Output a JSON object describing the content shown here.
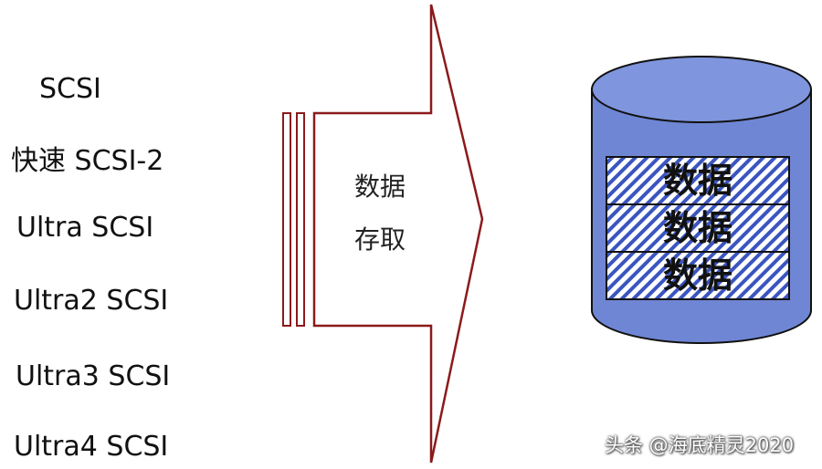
{
  "standards": [
    "SCSI",
    "快速 SCSI-2",
    "Ultra SCSI",
    "Ultra2 SCSI",
    "Ultra3 SCSI",
    "Ultra4 SCSI"
  ],
  "arrow": {
    "line1": "数据",
    "line2": "存取"
  },
  "database": {
    "blocks": [
      "数据",
      "数据",
      "数据"
    ]
  },
  "watermark": "头条 @海底精灵2020",
  "colors": {
    "arrow_stroke": "#8b1a1a",
    "cylinder_fill": "#6f86d4",
    "cylinder_top": "#7f95dd",
    "stripe": "#3a55c0",
    "outline": "#111111"
  }
}
